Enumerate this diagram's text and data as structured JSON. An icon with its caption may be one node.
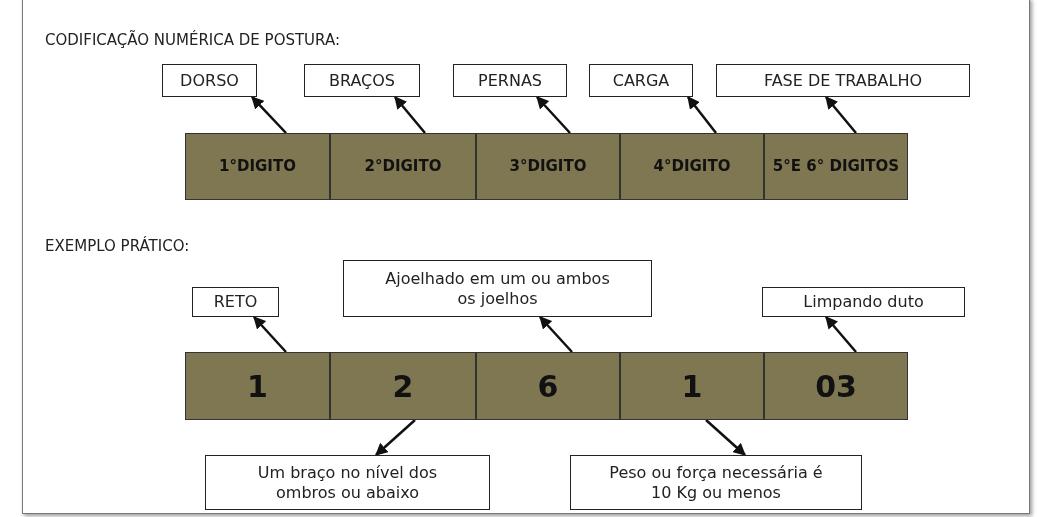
{
  "diagram": {
    "nodes": [
      {
        "text": [
          "DORSO"
        ]
      },
      {
        "text": [
          "BRAÇOS"
        ]
      },
      {
        "text": [
          "PERNAS"
        ]
      },
      {
        "text": [
          "CARGA"
        ]
      },
      {
        "text": [
          "FASE DE TRABALHO"
        ]
      },
      {
        "text": [
          "1°DIGITO"
        ]
      },
      {
        "text": [
          "2°DIGITO"
        ]
      },
      {
        "text": [
          "3°DIGITO"
        ]
      },
      {
        "text": [
          "4°DIGITO"
        ]
      },
      {
        "text": [
          "5°E 6° DIGITOS"
        ]
      },
      {
        "text": [
          "RETO"
        ]
      },
      {
        "text": [
          "Ajoelhado em um ou ambos os joelhos"
        ]
      },
      {
        "text": [
          "Limpando duto"
        ]
      },
      {
        "text": [
          "1"
        ]
      },
      {
        "text": [
          "2"
        ]
      },
      {
        "text": [
          "6"
        ]
      },
      {
        "text": [
          "1"
        ]
      },
      {
        "text": [
          "03"
        ]
      },
      {
        "text": [
          "Um braço no nível dos ombros ou abaixo"
        ]
      },
      {
        "text": [
          "Peso ou força necessária é 10 Kg ou menos"
        ]
      }
    ],
    "edges": [
      {
        "from": 5,
        "to": 0,
        "arrow": "to"
      },
      {
        "from": 6,
        "to": 1,
        "arrow": "to"
      },
      {
        "from": 7,
        "to": 2,
        "arrow": "to"
      },
      {
        "from": 8,
        "to": 3,
        "arrow": "to"
      },
      {
        "from": 9,
        "to": 4,
        "arrow": "to"
      },
      {
        "from": 13,
        "to": 10,
        "arrow": "to"
      },
      {
        "from": 15,
        "to": 11,
        "arrow": "to"
      },
      {
        "from": 17,
        "to": 12,
        "arrow": "to"
      },
      {
        "from": 14,
        "to": 18,
        "arrow": "to"
      },
      {
        "from": 16,
        "to": 19,
        "arrow": "to"
      }
    ],
    "labels": [
      "CODIFICAÇÃO NUMÉRICA DE POSTURA:",
      "EXEMPLO PRÁTICO:"
    ]
  }
}
